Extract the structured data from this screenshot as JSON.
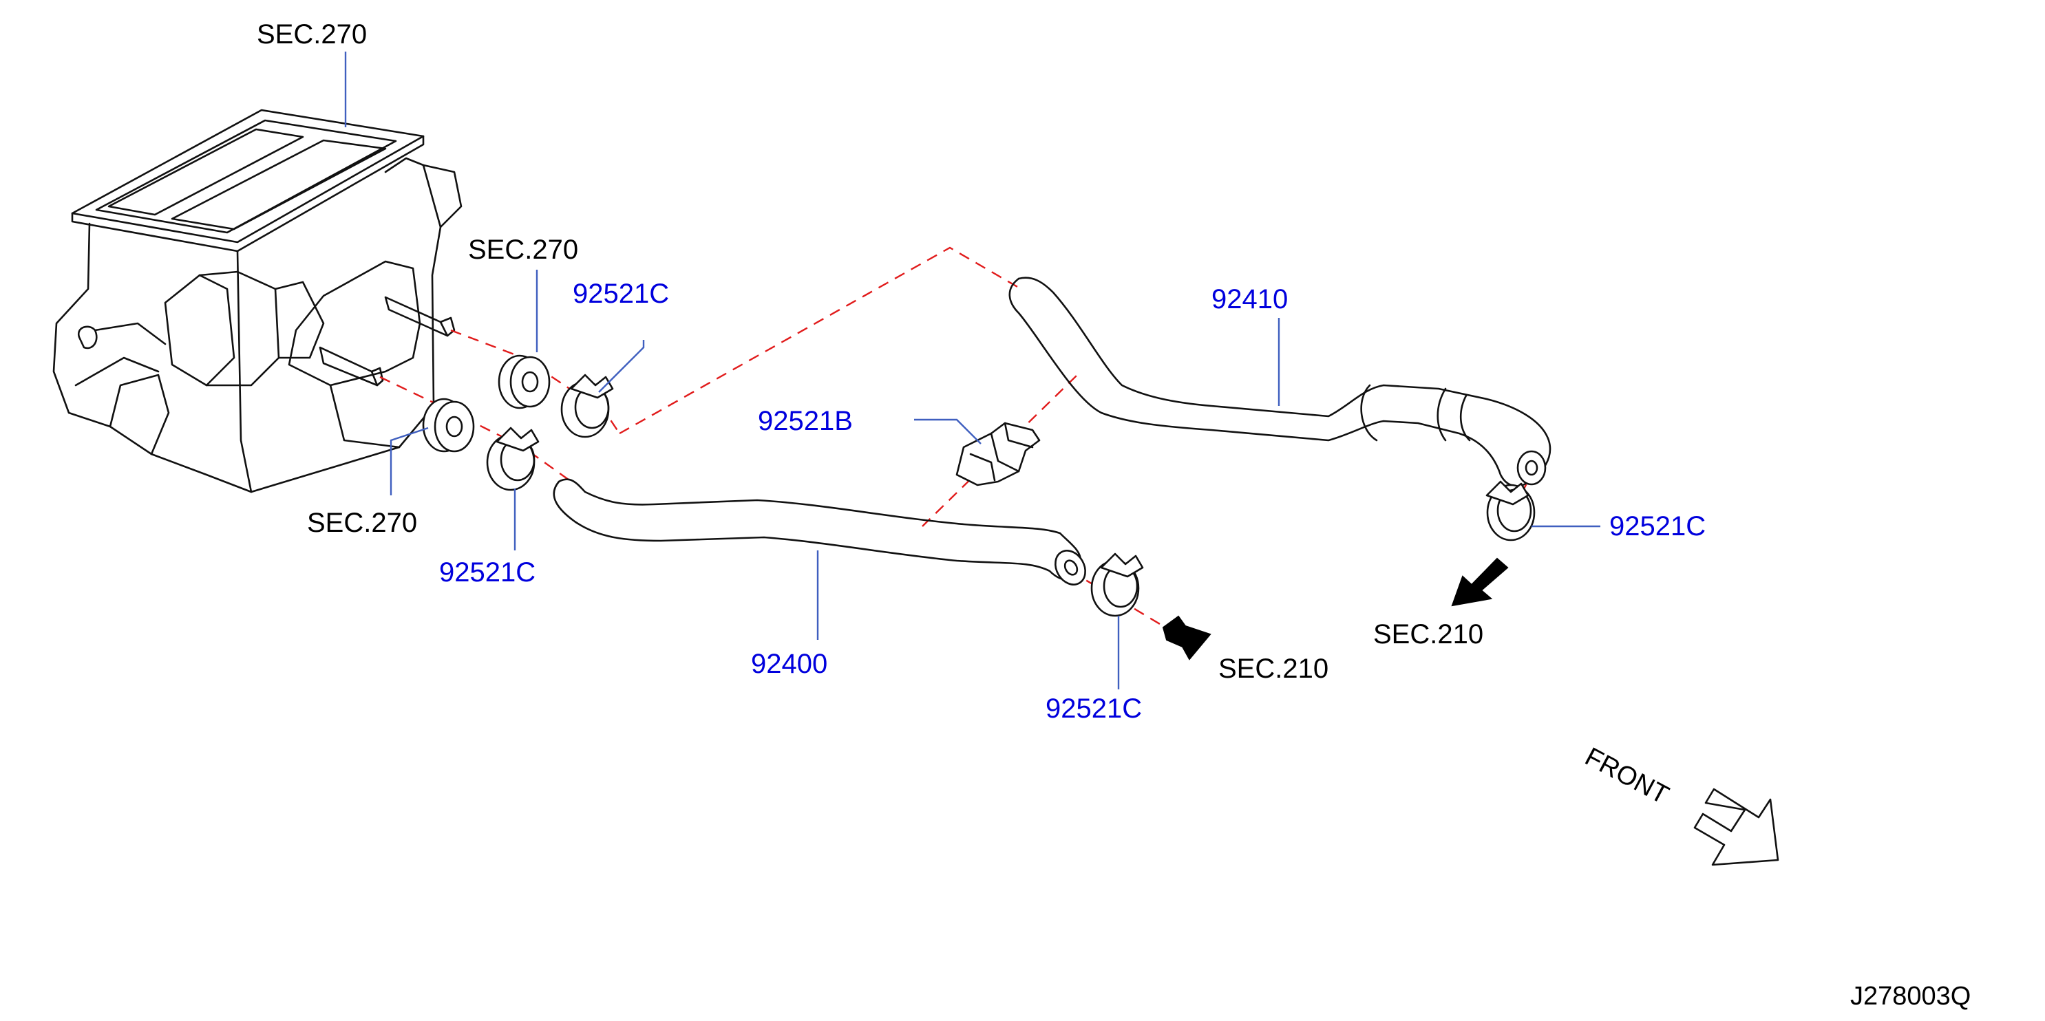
{
  "labels": {
    "sec270_top": "SEC.270",
    "sec270_mid": "SEC.270",
    "sec270_low": "SEC.270",
    "p92521c_upper": "92521C",
    "p92521c_lower": "92521C",
    "p92521c_center": "92521C",
    "p92521c_right": "92521C",
    "p92521b": "92521B",
    "p92410": "92410",
    "p92400": "92400",
    "sec210_center": "SEC.210",
    "sec210_right": "SEC.210",
    "front": "FRONT",
    "diagram_code": "J278003Q"
  },
  "colors": {
    "reference_text": "#000000",
    "part_number_text": "#0000dd",
    "leader_line": "#3f5fbf",
    "dashed_line": "#e11b1b"
  }
}
